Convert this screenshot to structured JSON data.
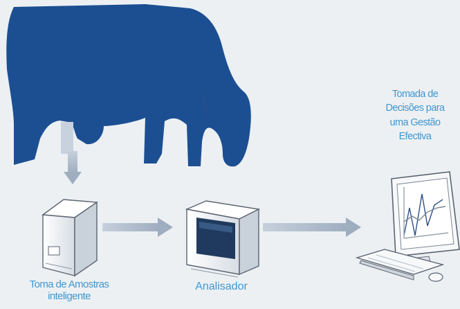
{
  "labels": {
    "sampler": [
      "Toma de Amostras",
      "inteligente"
    ],
    "analyzer": "Analisador",
    "decision": [
      "Tomada de",
      "Decisões para",
      "uma Gestão",
      "Efectiva"
    ]
  },
  "colors": {
    "background": "#ecf0f3",
    "cow": "#1c4f92",
    "label_text": "#3f97d0",
    "arrow": "#a9b6c7",
    "device_outline": "#5c6470"
  }
}
